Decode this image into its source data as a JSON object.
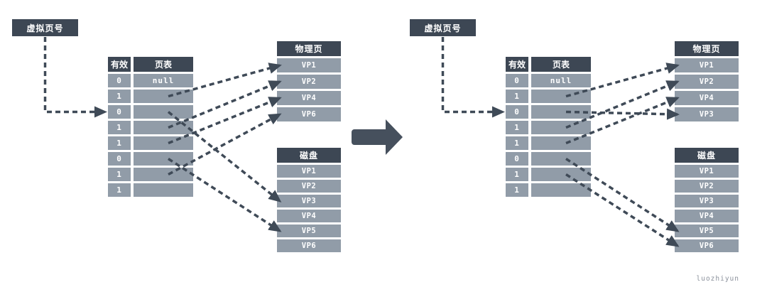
{
  "watermark": "luozhiyun",
  "palette": {
    "dark": "#3d4754",
    "row": "#919ca8",
    "line": "#3f4a57",
    "big_arrow": "#46505d",
    "text": "#ffffff",
    "watermark_color": "#8b919c"
  },
  "icons": {
    "transition_arrow": "thick-right-arrow",
    "mapping_arrow": "dashed-arrow",
    "lookup_arrow": "dashed-elbow-arrow"
  },
  "diagrams": [
    {
      "virtual_label": "虚拟页号",
      "lookup_row": 3,
      "table": {
        "valid_header": "有效",
        "entry_header": "页表",
        "rows": [
          {
            "valid": "0",
            "entry": "null"
          },
          {
            "valid": "1",
            "entry": ""
          },
          {
            "valid": "0",
            "entry": ""
          },
          {
            "valid": "1",
            "entry": ""
          },
          {
            "valid": "1",
            "entry": ""
          },
          {
            "valid": "0",
            "entry": ""
          },
          {
            "valid": "1",
            "entry": ""
          },
          {
            "valid": "1",
            "entry": ""
          }
        ]
      },
      "physical": {
        "title": "物理页",
        "rows": [
          "VP1",
          "VP2",
          "VP4",
          "VP6"
        ]
      },
      "disk": {
        "title": "磁盘",
        "rows": [
          "VP1",
          "VP2",
          "VP3",
          "VP4",
          "VP5",
          "VP6"
        ]
      },
      "mappings": [
        {
          "from_row": 2,
          "to": "physical",
          "to_index": 0
        },
        {
          "from_row": 3,
          "to": "disk",
          "to_index": 2
        },
        {
          "from_row": 4,
          "to": "physical",
          "to_index": 1
        },
        {
          "from_row": 5,
          "to": "physical",
          "to_index": 2
        },
        {
          "from_row": 6,
          "to": "disk",
          "to_index": 4
        },
        {
          "from_row": 7,
          "to": "physical",
          "to_index": 3
        }
      ]
    },
    {
      "virtual_label": "虚拟页号",
      "lookup_row": 3,
      "table": {
        "valid_header": "有效",
        "entry_header": "页表",
        "rows": [
          {
            "valid": "0",
            "entry": "null"
          },
          {
            "valid": "1",
            "entry": ""
          },
          {
            "valid": "0",
            "entry": ""
          },
          {
            "valid": "1",
            "entry": ""
          },
          {
            "valid": "1",
            "entry": ""
          },
          {
            "valid": "0",
            "entry": ""
          },
          {
            "valid": "1",
            "entry": ""
          },
          {
            "valid": "1",
            "entry": ""
          }
        ]
      },
      "physical": {
        "title": "物理页",
        "rows": [
          "VP1",
          "VP2",
          "VP4",
          "VP3"
        ]
      },
      "disk": {
        "title": "磁盘",
        "rows": [
          "VP1",
          "VP2",
          "VP3",
          "VP4",
          "VP5",
          "VP6"
        ]
      },
      "mappings": [
        {
          "from_row": 2,
          "to": "physical",
          "to_index": 0
        },
        {
          "from_row": 3,
          "to": "physical",
          "to_index": 3
        },
        {
          "from_row": 4,
          "to": "physical",
          "to_index": 1
        },
        {
          "from_row": 5,
          "to": "physical",
          "to_index": 2
        },
        {
          "from_row": 6,
          "to": "disk",
          "to_index": 4
        },
        {
          "from_row": 7,
          "to": "disk",
          "to_index": 5
        }
      ]
    }
  ]
}
